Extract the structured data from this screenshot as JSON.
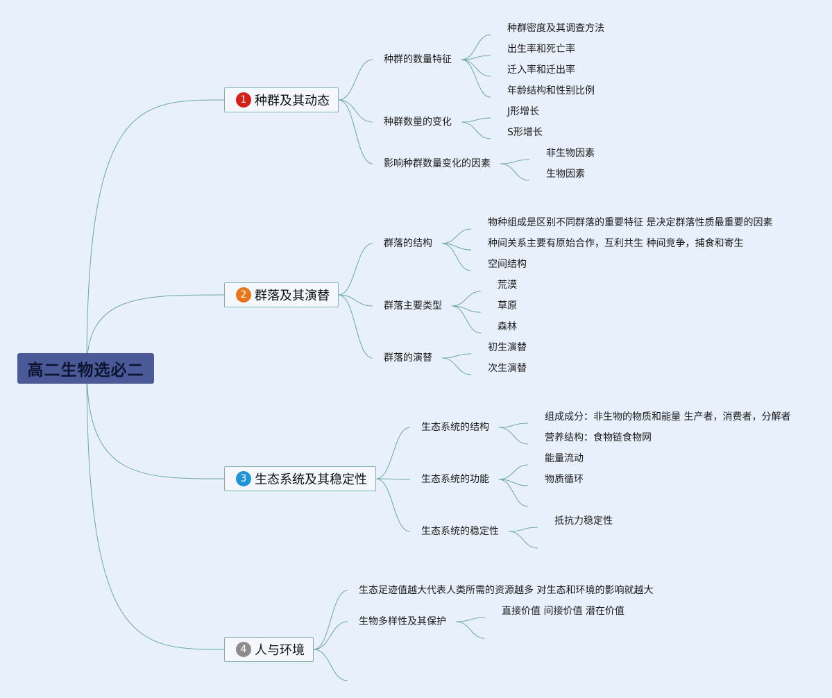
{
  "root": {
    "text": "高二生物选必二"
  },
  "branches": [
    {
      "num": "1",
      "badge_color": "#d42118",
      "title": "种群及其动态",
      "subs": [
        {
          "text": "种群的数量特征",
          "leaves": [
            "种群密度及其调查方法",
            "出生率和死亡率",
            "迁入率和迁出率",
            "年龄结构和性别比例"
          ]
        },
        {
          "text": "种群数量的变化",
          "leaves": [
            "J形增长",
            "S形增长"
          ]
        },
        {
          "text": "影响种群数量变化的因素",
          "leaves": [
            "非生物因素",
            "生物因素"
          ]
        }
      ]
    },
    {
      "num": "2",
      "badge_color": "#e8751a",
      "title": "群落及其演替",
      "subs": [
        {
          "text": "群落的结构",
          "leaves": [
            "物种组成是区别不同群落的重要特征 是决定群落性质最重要的因素",
            "种间关系主要有原始合作，互利共生 种间竞争，捕食和寄生",
            "空间结构"
          ]
        },
        {
          "text": "群落主要类型",
          "leaves": [
            "荒漠",
            "草原",
            "森林"
          ]
        },
        {
          "text": "群落的演替",
          "leaves": [
            "初生演替",
            "次生演替"
          ]
        }
      ]
    },
    {
      "num": "3",
      "badge_color": "#1f95d6",
      "title": "生态系统及其稳定性",
      "subs": [
        {
          "text": "生态系统的结构",
          "leaves": [
            "组成成分：非生物的物质和能量 生产者，消费者，分解者",
            "营养结构：食物链食物网"
          ]
        },
        {
          "text": "生态系统的功能",
          "leaves": [
            "能量流动",
            "物质循环",
            ""
          ]
        },
        {
          "text": "生态系统的稳定性",
          "leaves": [
            "抵抗力稳定性",
            ""
          ]
        }
      ]
    },
    {
      "num": "4",
      "badge_color": "#8c8c8c",
      "title": "人与环境",
      "subs": [
        {
          "text": "生态足迹值越大代表人类所需的资源越多 对生态和环境的影响就越大",
          "leaves": []
        },
        {
          "text": "生物多样性及其保护",
          "leaves": [
            "直接价值 间接价值 潜在价值",
            ""
          ]
        },
        {
          "text": "",
          "leaves": []
        }
      ]
    }
  ]
}
